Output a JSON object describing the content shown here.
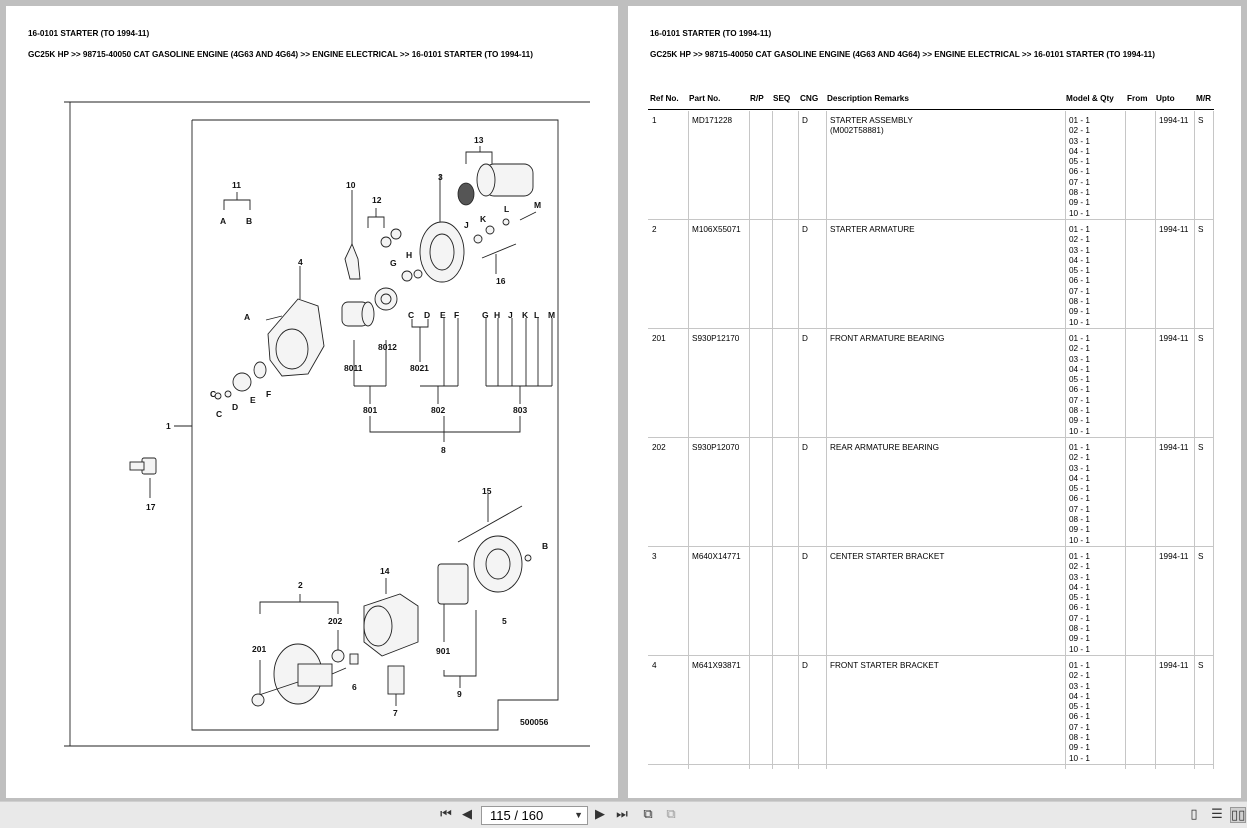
{
  "left_page": {
    "title": "16-0101 STARTER (TO 1994-11)",
    "breadcrumb": "GC25K HP >> 98715-40050 CAT GASOLINE ENGINE (4G63 AND 4G64) >> ENGINE ELECTRICAL >> 16-0101 STARTER (TO 1994-11)",
    "diagram": {
      "figure_number": "500056",
      "callouts": {
        "c1": "1",
        "c2": "2",
        "c3": "3",
        "c4": "4",
        "c5": "5",
        "c6": "6",
        "c7": "7",
        "c8": "8",
        "c9": "9",
        "c10": "10",
        "c11": "11",
        "c12": "12",
        "c13": "13",
        "c14": "14",
        "c15": "15",
        "c16": "16",
        "c17": "17",
        "c201": "201",
        "c202": "202",
        "c801": "801",
        "c802": "802",
        "c803": "803",
        "c901": "901",
        "c8011": "8011",
        "c8012": "8012",
        "c8021": "8021",
        "A": "A",
        "B": "B",
        "C": "C",
        "D": "D",
        "E": "E",
        "F": "F",
        "G": "G",
        "H": "H",
        "J": "J",
        "K": "K",
        "L": "L",
        "M": "M"
      }
    }
  },
  "right_page": {
    "title": "16-0101 STARTER (TO 1994-11)",
    "breadcrumb": "GC25K HP >> 98715-40050 CAT GASOLINE ENGINE (4G63 AND 4G64) >> ENGINE ELECTRICAL >> 16-0101 STARTER (TO 1994-11)",
    "columns": {
      "ref": "Ref No.",
      "part": "Part No.",
      "rp": "R/P",
      "seq": "SEQ",
      "cng": "CNG",
      "desc": "Description Remarks",
      "model": "Model & Qty",
      "from": "From",
      "upto": "Upto",
      "mr": "M/R"
    },
    "rows": [
      {
        "ref": "1",
        "part": "MD171228",
        "cng": "D",
        "desc": "STARTER ASSEMBLY",
        "remark": "(M002T58881)",
        "models": "01 - 1\n02 - 1\n03 - 1\n04 - 1\n05 - 1\n06 - 1\n07 - 1\n08 - 1\n09 - 1\n10 - 1",
        "upto": "1994-11",
        "mr": "S"
      },
      {
        "ref": "2",
        "part": "M106X55071",
        "cng": "D",
        "desc": "STARTER ARMATURE",
        "remark": "",
        "models": "01 - 1\n02 - 1\n03 - 1\n04 - 1\n05 - 1\n06 - 1\n07 - 1\n08 - 1\n09 - 1\n10 - 1",
        "upto": "1994-11",
        "mr": "S"
      },
      {
        "ref": "201",
        "part": "S930P12170",
        "cng": "D",
        "desc": "FRONT ARMATURE BEARING",
        "remark": "",
        "models": "01 - 1\n02 - 1\n03 - 1\n04 - 1\n05 - 1\n06 - 1\n07 - 1\n08 - 1\n09 - 1\n10 - 1",
        "upto": "1994-11",
        "mr": "S"
      },
      {
        "ref": "202",
        "part": "S930P12070",
        "cng": "D",
        "desc": "REAR ARMATURE BEARING",
        "remark": "",
        "models": "01 - 1\n02 - 1\n03 - 1\n04 - 1\n05 - 1\n06 - 1\n07 - 1\n08 - 1\n09 - 1\n10 - 1",
        "upto": "1994-11",
        "mr": "S"
      },
      {
        "ref": "3",
        "part": "M640X14771",
        "cng": "D",
        "desc": "CENTER STARTER BRACKET",
        "remark": "",
        "models": "01 - 1\n02 - 1\n03 - 1\n04 - 1\n05 - 1\n06 - 1\n07 - 1\n08 - 1\n09 - 1\n10 - 1",
        "upto": "1994-11",
        "mr": "S"
      },
      {
        "ref": "4",
        "part": "M641X93871",
        "cng": "D",
        "desc": "FRONT STARTER BRACKET",
        "remark": "",
        "models": "01 - 1\n02 - 1\n03 - 1\n04 - 1\n05 - 1\n06 - 1\n07 - 1\n08 - 1\n09 - 1\n10 - 1",
        "upto": "1994-11",
        "mr": "S"
      }
    ]
  },
  "toolbar": {
    "page_indicator": "115 / 160",
    "icons": [
      "first-page-icon",
      "prev-page-icon",
      "next-page-icon",
      "last-page-icon",
      "two-page-view-icon",
      "continuous-view-icon",
      "single-page-mode-icon",
      "continuous-mode-icon",
      "facing-mode-icon"
    ]
  }
}
